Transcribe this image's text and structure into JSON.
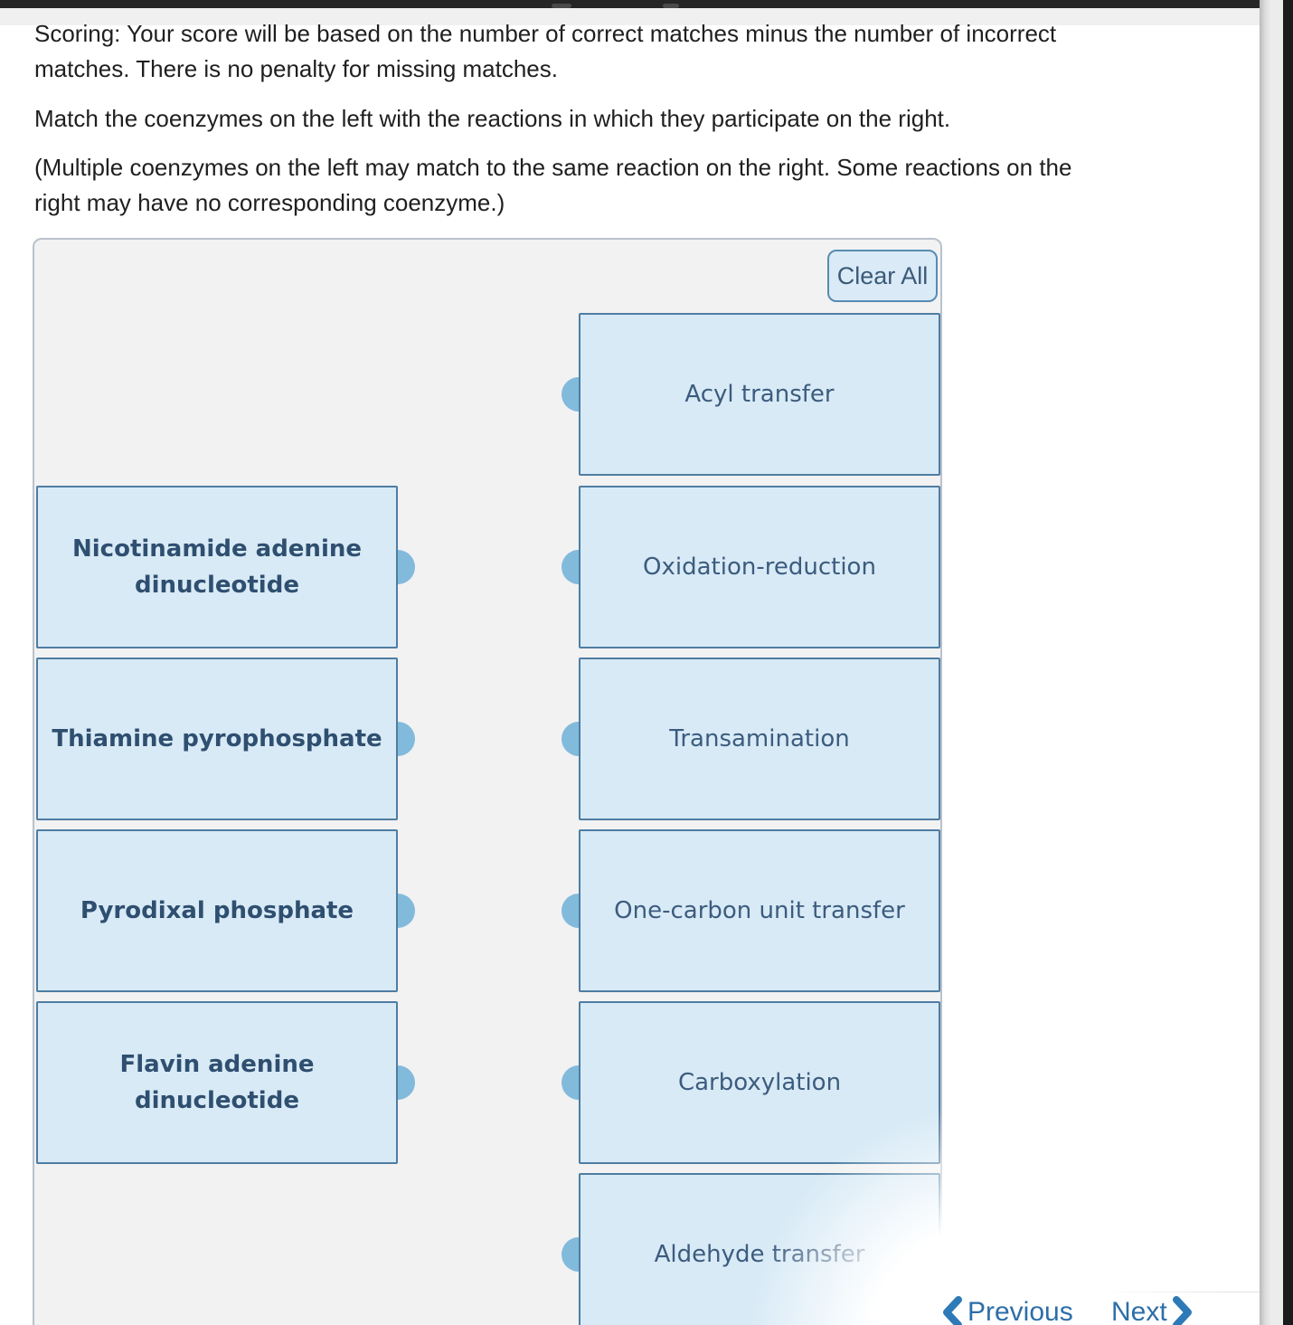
{
  "instructions": {
    "scoring_line_1": "Scoring: Your score will be based on the number of correct matches minus the number of incorrect",
    "scoring_line_2": "matches. There is no penalty for missing matches.",
    "match_line": "Match the coenzymes on the left with the reactions in which they participate on the right.",
    "note_line_1": "(Multiple coenzymes on the left may match to the same reaction on the right. Some reactions on the",
    "note_line_2": "right may have no corresponding coenzyme.)"
  },
  "matching": {
    "clear_all_label": "Clear All",
    "coenzymes": [
      {
        "lines": [
          "Nicotinamide adenine",
          "dinucleotide"
        ]
      },
      {
        "lines": [
          "Thiamine pyrophosphate"
        ]
      },
      {
        "lines": [
          "Pyrodixal phosphate"
        ]
      },
      {
        "lines": [
          "Flavin adenine",
          "dinucleotide"
        ]
      }
    ],
    "reactions": [
      {
        "label": "Acyl transfer"
      },
      {
        "label": "Oxidation-reduction"
      },
      {
        "label": "Transamination"
      },
      {
        "label": "One-carbon unit transfer"
      },
      {
        "label": "Carboxylation"
      },
      {
        "label": "Aldehyde transfer"
      }
    ]
  },
  "footer": {
    "previous_label": "Previous",
    "next_label": "Next",
    "previous_icon": "chevron-left",
    "next_icon": "chevron-right"
  },
  "colors": {
    "box_fill": "#d8eaf6",
    "box_border": "#4e7da2",
    "connector_dot": "#82badc",
    "coenzyme_text": "#2f4f70",
    "reaction_text": "#3c5c7e",
    "panel_background": "#f2f2f2",
    "nav_link_blue": "#2d6ea8"
  }
}
